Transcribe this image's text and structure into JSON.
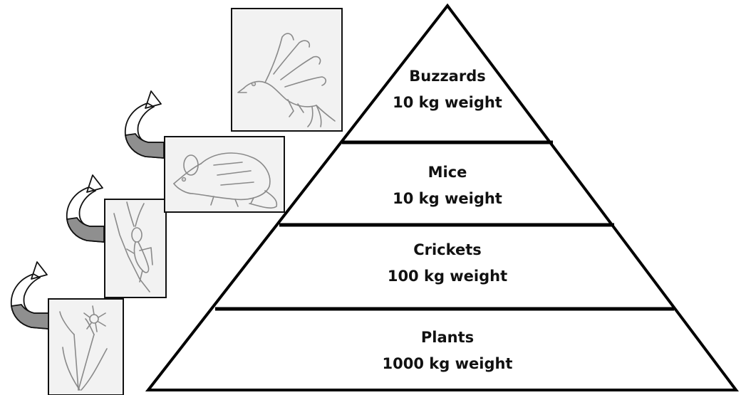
{
  "pyramid": {
    "levels": [
      {
        "name": "Buzzards",
        "weight": "10 kg weight"
      },
      {
        "name": "Mice",
        "weight": "10 kg weight"
      },
      {
        "name": "Crickets",
        "weight": "100 kg weight"
      },
      {
        "name": "Plants",
        "weight": "1000 kg weight"
      }
    ]
  },
  "images": {
    "plant": "flower-sketch",
    "cricket": "cricket-sketch",
    "mouse": "mouse-sketch",
    "buzzard": "buzzard-sketch"
  },
  "arrows": [
    "curved-arrow-icon",
    "curved-arrow-icon",
    "curved-arrow-icon"
  ]
}
